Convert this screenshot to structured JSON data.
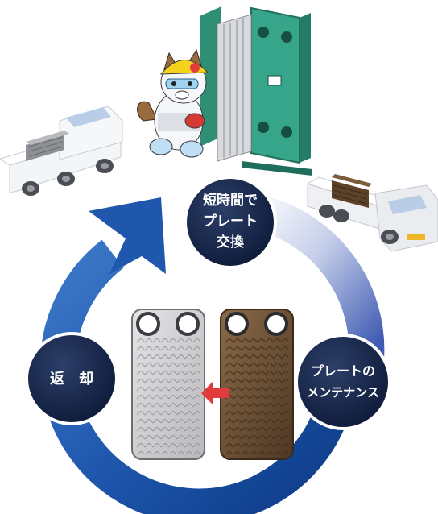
{
  "steps": {
    "exchange": {
      "line1": "短時間で",
      "line2": "プレート",
      "line3": "交換"
    },
    "maintenance": {
      "line1": "プレートの",
      "line2": "メンテナンス"
    },
    "return": {
      "label": "返　却"
    }
  },
  "colors": {
    "cycle_blue": "#1f57ad",
    "cycle_dark": "#0c2f72",
    "node_dark": "#0e1c3c",
    "heat_exchanger_green": "#36a58a",
    "clean_plate": "#cfcfd0",
    "dirty_plate": "#6b4f35",
    "arrow_red": "#e23b3b"
  },
  "icons": [
    "truck-with-clean-plates-icon",
    "truck-with-dirty-plates-icon",
    "heat-exchanger-icon",
    "raccoon-mascot-icon",
    "clean-plate-icon",
    "dirty-plate-icon",
    "red-arrow-icon"
  ]
}
